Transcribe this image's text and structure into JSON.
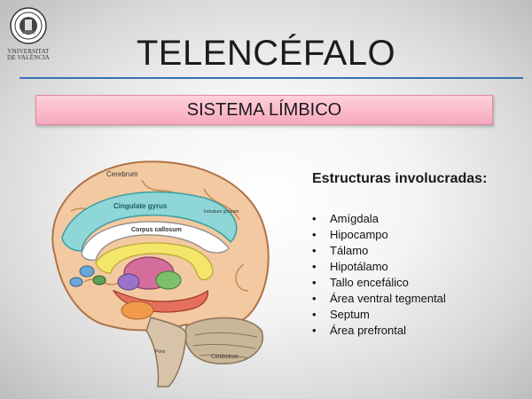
{
  "logo": {
    "line1": "VNIVERSITAT",
    "line2": "DE VALÈNCIA"
  },
  "title": "TELENCÉFALO",
  "subtitle": "SISTEMA LÍMBICO",
  "brain_labels": {
    "cerebrum": "Cerebrum",
    "cingulate": "Cingulate gyrus",
    "indusium": "Indusium griseum",
    "corpus": "Corpus callosum",
    "cerebellum": "Cerebellum",
    "pons": "Pons"
  },
  "structures": {
    "heading": "Estructuras involucradas:",
    "items": [
      "Amígdala",
      "Hipocampo",
      "Tálamo",
      "Hipotálamo",
      "Tallo encefálico",
      "Área ventral tegmental",
      "Septum",
      "Área prefrontal"
    ]
  }
}
